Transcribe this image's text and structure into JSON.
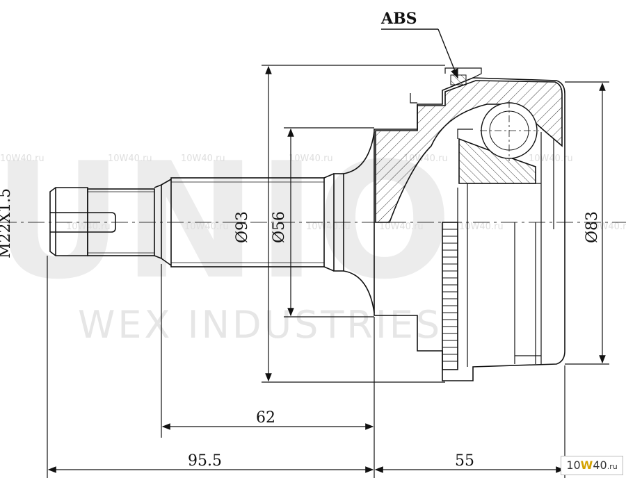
{
  "watermark": {
    "brand": "UNIO",
    "subtitle": "WEX INDUSTRIES",
    "tile": "10W40.ru"
  },
  "labels": {
    "abs": "ABS",
    "thread": "M22X1.5",
    "dia_outer": "Ø93",
    "dia_inner": "Ø56",
    "dia_joint": "Ø83",
    "len_62": "62",
    "len_95": "95.5",
    "len_55": "55"
  },
  "logo": {
    "prefix": "10",
    "accent": "W",
    "number": "40",
    "suffix": ".ru"
  }
}
